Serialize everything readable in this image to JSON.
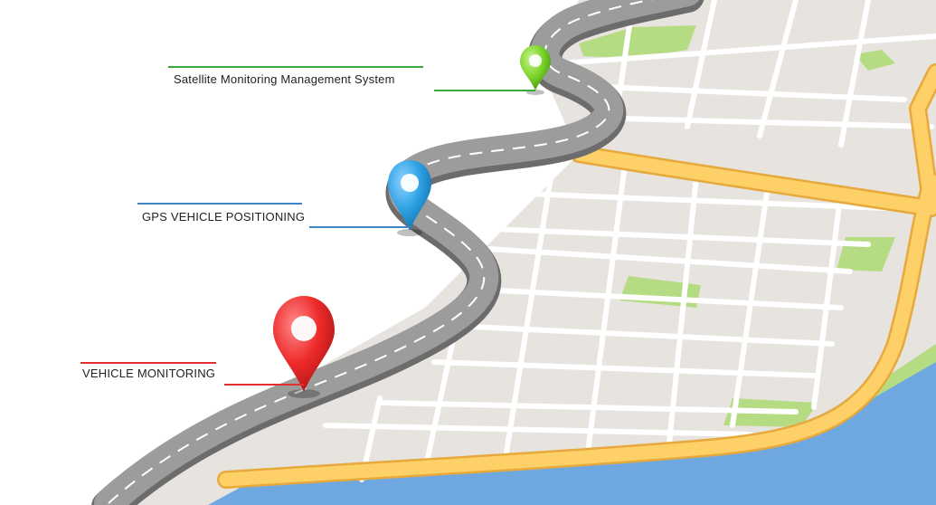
{
  "colors": {
    "land": "#e7e3de",
    "street": "#ffffff",
    "highway": "#fdd168",
    "highway_edge": "#e7a93b",
    "park": "#b6dc83",
    "water": "#6fa8e1",
    "road": "#9c9c9c",
    "road_dark": "#6c6c6c",
    "road_line": "#ffffff",
    "pin_green": "#7cd42a",
    "pin_blue": "#2ea1e4",
    "pin_red": "#ee2b2b"
  },
  "icons": {
    "green_pin": "map-pin-icon",
    "blue_pin": "map-pin-icon",
    "red_pin": "map-pin-icon"
  },
  "callouts": {
    "satellite": {
      "label": "Satellite Monitoring Management System",
      "color": "#3cab3c"
    },
    "gps": {
      "label": "GPS VEHICLE POSITIONING",
      "color": "#3d85c6"
    },
    "vehicle": {
      "label": "VEHICLE MONITORING",
      "color": "#e03030"
    }
  }
}
